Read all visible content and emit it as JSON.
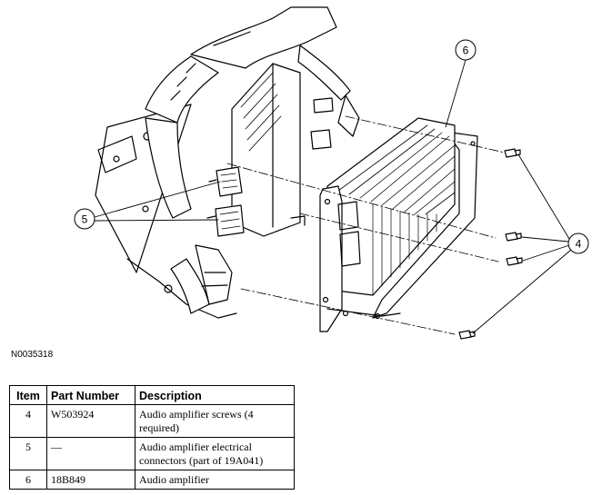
{
  "figure": {
    "callouts": [
      "4",
      "5",
      "6"
    ],
    "figure_id": "N0035318"
  },
  "table": {
    "headers": [
      "Item",
      "Part Number",
      "Description"
    ],
    "rows": [
      {
        "item": "4",
        "part": "W503924",
        "description": "Audio amplifier screws (4 required)"
      },
      {
        "item": "5",
        "part": "—",
        "description": "Audio amplifier electrical connectors (part of 19A041)"
      },
      {
        "item": "6",
        "part": "18B849",
        "description": "Audio amplifier"
      }
    ]
  }
}
